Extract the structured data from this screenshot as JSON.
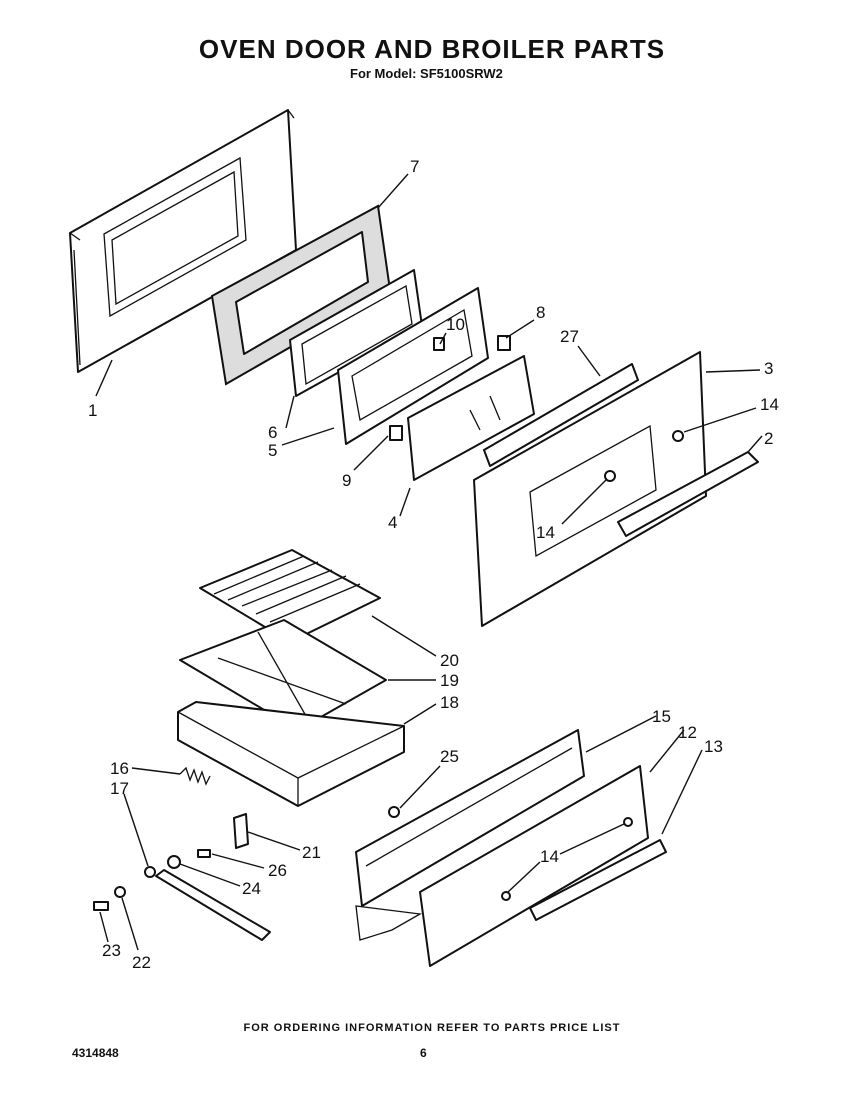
{
  "header": {
    "title": "OVEN DOOR AND BROILER PARTS",
    "model_line": "For Model: SF5100SRW2"
  },
  "footer": {
    "ordering_note": "FOR ORDERING INFORMATION REFER TO PARTS PRICE LIST",
    "document_number": "4314848",
    "page_number": "6"
  },
  "callouts": {
    "c1": "1",
    "c2": "2",
    "c3": "3",
    "c4": "4",
    "c5": "5",
    "c6": "6",
    "c7": "7",
    "c8": "8",
    "c9": "9",
    "c10": "10",
    "c14a": "14",
    "c14b": "14",
    "c27": "27",
    "c20": "20",
    "c19": "19",
    "c18": "18",
    "c16": "16",
    "c17": "17",
    "c25": "25",
    "c15": "15",
    "c12": "12",
    "c13": "13",
    "c14c": "14",
    "c21": "21",
    "c26": "26",
    "c24": "24",
    "c23": "23",
    "c22": "22"
  }
}
